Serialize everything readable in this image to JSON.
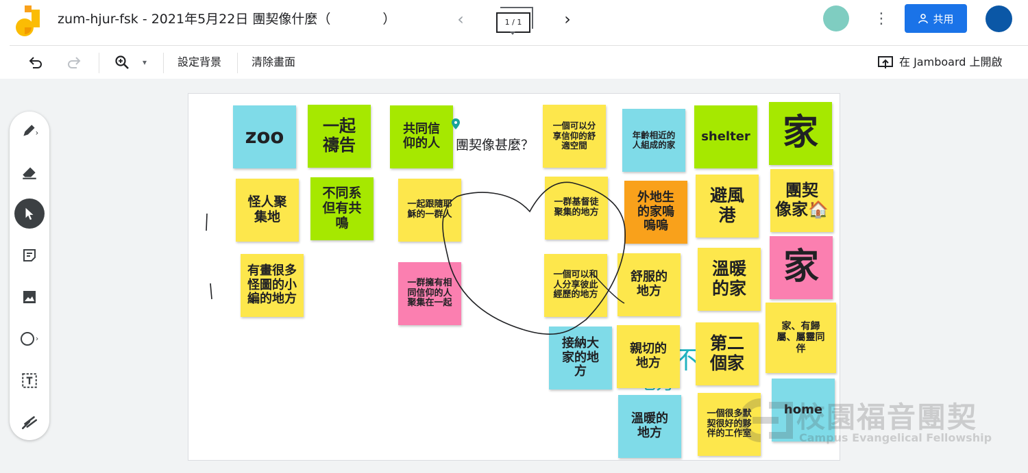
{
  "header": {
    "doc_title": "zum-hjur-fsk - 2021年5月22日 團契像什麼（　　　　）",
    "frame_counter": "1 / 1",
    "share_label": "共用",
    "prev_icon": "chevron-left-icon",
    "next_icon": "chevron-right-icon"
  },
  "toolbar": {
    "set_background": "設定背景",
    "clear_frame": "清除畫面",
    "open_in_jamboard": "在 Jamboard 上開啟"
  },
  "side_tools": [
    "pen-icon",
    "eraser-icon",
    "select-icon",
    "sticky-note-icon",
    "image-icon",
    "circle-icon",
    "text-box-icon",
    "laser-icon"
  ],
  "board": {
    "free_text": "團契像甚麼？",
    "handwriting": [
      "不",
      "地方"
    ],
    "notes": [
      {
        "id": "zoo",
        "text": "zoo"
      },
      {
        "id": "pray-together",
        "text": "一起\n禱告"
      },
      {
        "id": "shared-faith",
        "text": "共同信\n仰的人"
      },
      {
        "id": "faith-space",
        "text": "一個可以分\n享信仰的舒\n適空間"
      },
      {
        "id": "same-age",
        "text": "年齡相近的\n人組成的家"
      },
      {
        "id": "shelter",
        "text": "shelter"
      },
      {
        "id": "home-big-1",
        "text": "家"
      },
      {
        "id": "weirdos",
        "text": "怪人聚\n集地"
      },
      {
        "id": "different-dept",
        "text": "不同系\n但有共\n鳴"
      },
      {
        "id": "follow-jesus",
        "text": "一起跟隨耶\n穌的一群人"
      },
      {
        "id": "christians-gather",
        "text": "一群基督徒\n聚集的地方"
      },
      {
        "id": "away-from-home",
        "text": "外地生\n的家嗚\n嗚嗚"
      },
      {
        "id": "harbor",
        "text": "避風\n港"
      },
      {
        "id": "fellowship-home",
        "text": "團契\n像家🏠"
      },
      {
        "id": "comics",
        "text": "有畫很多\n怪圖的小\n編的地方"
      },
      {
        "id": "same-belief",
        "text": "一群擁有相\n同信仰的人\n聚集在一起"
      },
      {
        "id": "share-experience",
        "text": "一個可以和\n人分享彼此\n經歷的地方"
      },
      {
        "id": "comfortable",
        "text": "舒服的\n地方"
      },
      {
        "id": "warm-home",
        "text": "溫暖\n的家"
      },
      {
        "id": "home-big-2",
        "text": "家"
      },
      {
        "id": "family-belonging",
        "text": "家、有歸\n屬、屬靈同\n伴"
      },
      {
        "id": "accept-all",
        "text": "接納大\n家的地\n方"
      },
      {
        "id": "friendly",
        "text": "親切的\n地方"
      },
      {
        "id": "second-home",
        "text": "第二\n個家"
      },
      {
        "id": "warm-place",
        "text": "溫暖的\n地方"
      },
      {
        "id": "studio",
        "text": "一個很多默\n契很好的夥\n伴的工作室"
      },
      {
        "id": "home-en",
        "text": "home"
      }
    ]
  },
  "watermark": {
    "zh": "校園福音團契",
    "en": "Campus Evangelical Fellowship"
  },
  "colors": {
    "yellow": "#fde74c",
    "green": "#a6e800",
    "blue": "#7fdbe8",
    "pink": "#fb7fb0",
    "orange": "#f9a11b",
    "share_button": "#1a73e8"
  }
}
